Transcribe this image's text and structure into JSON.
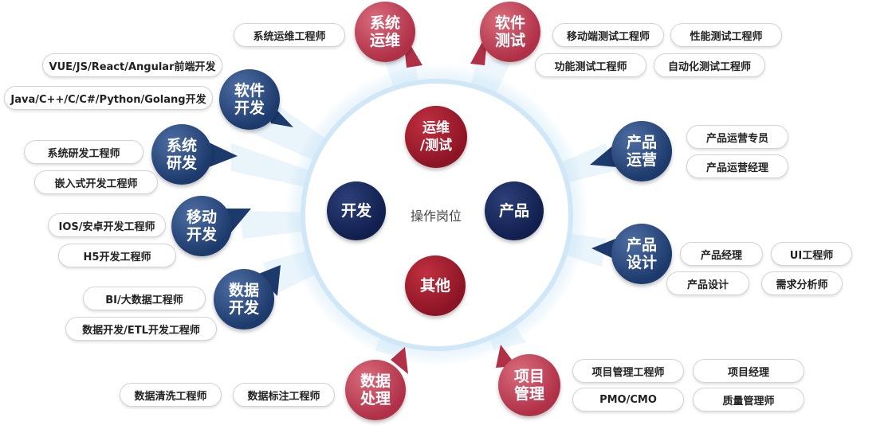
{
  "center": {
    "label": "操作岗位"
  },
  "inner": {
    "ops_test": "运维\n/测试",
    "dev": "开发",
    "product": "产品",
    "other": "其他"
  },
  "categories": {
    "sys_ops": {
      "label": "系统\n运维",
      "roles": [
        "系统运维工程师"
      ]
    },
    "sw_test": {
      "label": "软件\n测试",
      "roles": [
        "移动端测试工程师",
        "性能测试工程师",
        "功能测试工程师",
        "自动化测试工程师"
      ]
    },
    "sw_dev": {
      "label": "软件\n开发",
      "roles": [
        "VUE/JS/React/Angular前端开发",
        "Java/C++/C/C#/Python/Golang开发"
      ]
    },
    "sys_rd": {
      "label": "系统\n研发",
      "roles": [
        "系统研发工程师",
        "嵌入式开发工程师"
      ]
    },
    "mobile_dev": {
      "label": "移动\n开发",
      "roles": [
        "IOS/安卓开发工程师",
        "H5开发工程师"
      ]
    },
    "data_dev": {
      "label": "数据\n开发",
      "roles": [
        "BI/大数据工程师",
        "数据开发/ETL开发工程师"
      ]
    },
    "data_proc": {
      "label": "数据\n处理",
      "roles": [
        "数据清洗工程师",
        "数据标注工程师"
      ]
    },
    "prod_ops": {
      "label": "产品\n运营",
      "roles": [
        "产品运营专员",
        "产品运营经理"
      ]
    },
    "prod_design": {
      "label": "产品\n设计",
      "roles": [
        "产品经理",
        "UI工程师",
        "产品设计",
        "需求分析师"
      ]
    },
    "proj_mgmt": {
      "label": "项目\n管理",
      "roles": [
        "项目管理工程师",
        "项目经理",
        "PMO/CMO",
        "质量管理师"
      ]
    }
  },
  "colors": {
    "blue": "#1d3a6c",
    "red": "#b03047",
    "navy": "#101f4e",
    "crimson": "#8c1424"
  }
}
